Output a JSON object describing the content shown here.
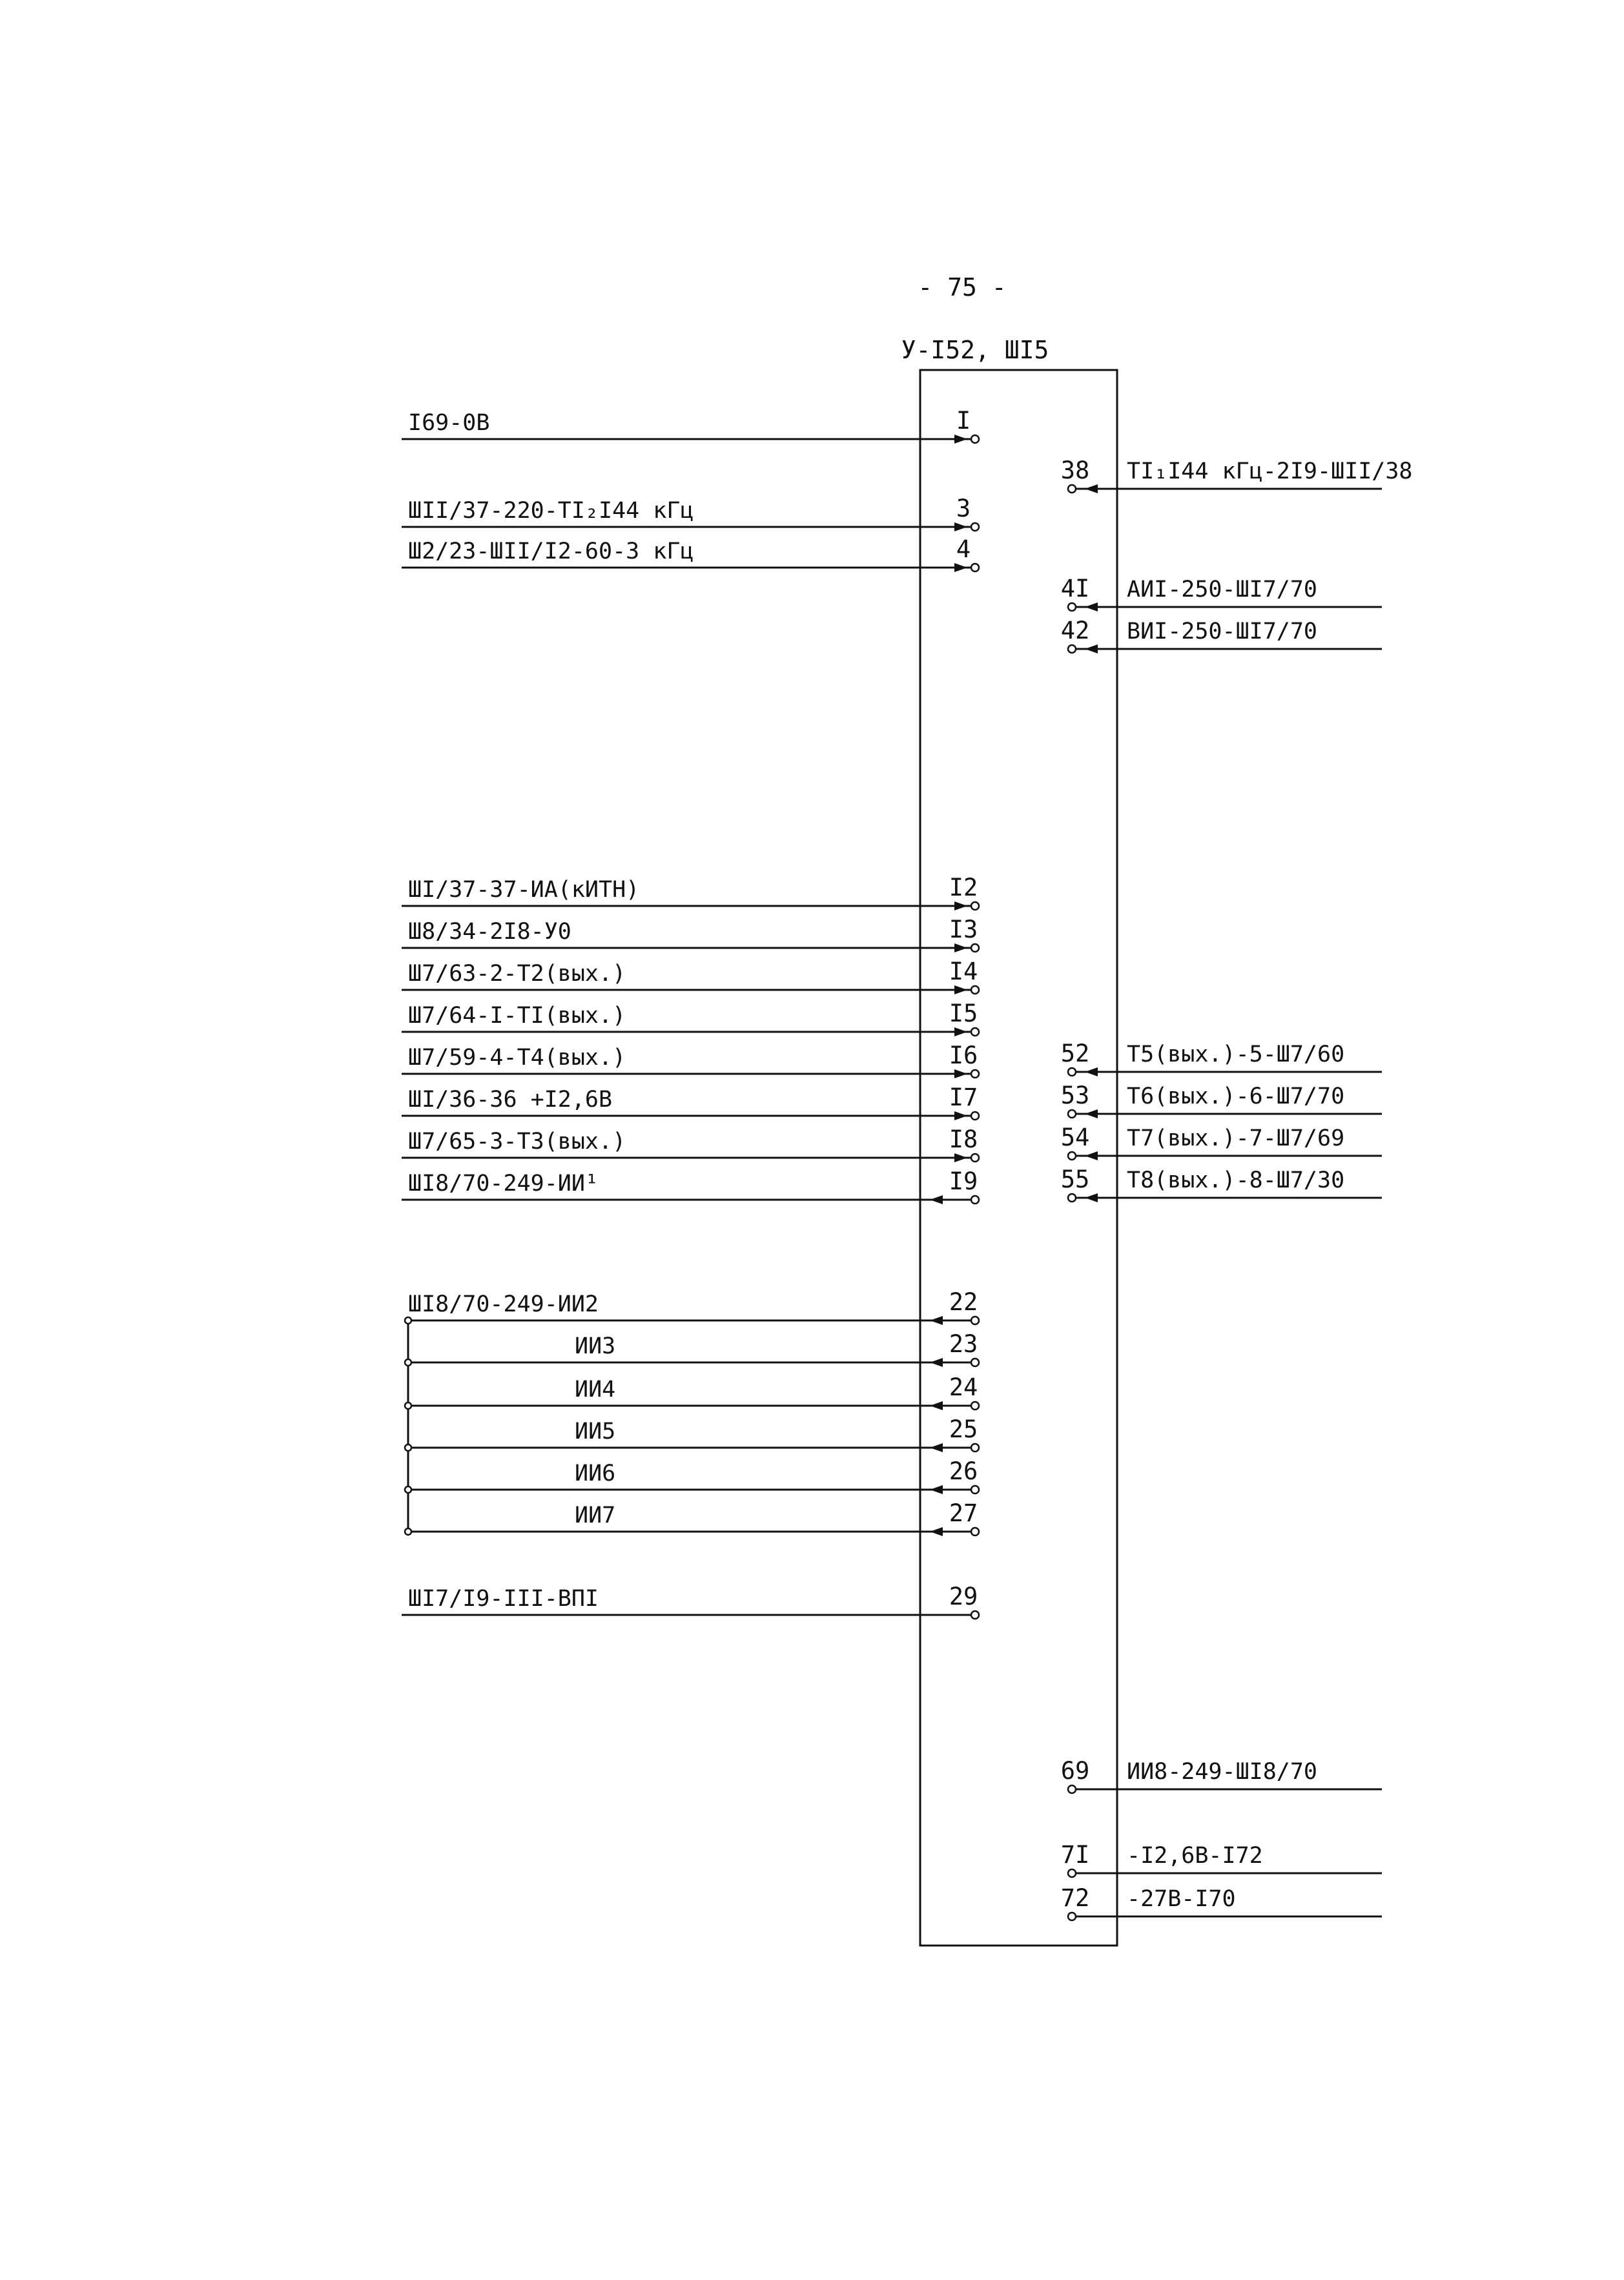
{
  "page_number": "- 75 -",
  "block_title": "У-I52, ШI5",
  "left_pins": [
    {
      "pin": "I",
      "label": "I69-0В",
      "dir": "out"
    },
    {
      "pin": "3",
      "label": "ШII/37-220-TI₂I44 кГц",
      "dir": "out"
    },
    {
      "pin": "4",
      "label": "Ш2/23-ШII/I2-60-3 кГц",
      "dir": "out"
    },
    {
      "pin": "I2",
      "label": "ШI/37-37-ИА(кИТН)",
      "dir": "out"
    },
    {
      "pin": "I3",
      "label": "Ш8/34-2I8-У0",
      "dir": "out"
    },
    {
      "pin": "I4",
      "label": "Ш7/63-2-T2(вых.)",
      "dir": "out"
    },
    {
      "pin": "I5",
      "label": "Ш7/64-I-TI(вых.)",
      "dir": "out"
    },
    {
      "pin": "I6",
      "label": "Ш7/59-4-T4(вых.)",
      "dir": "out"
    },
    {
      "pin": "I7",
      "label": "ШI/36-36 +I2,6В",
      "dir": "out"
    },
    {
      "pin": "I8",
      "label": "Ш7/65-3-T3(вых.)",
      "dir": "out"
    },
    {
      "pin": "I9",
      "label": "ШI8/70-249-ИИ¹",
      "dir": "in"
    },
    {
      "pin": "22",
      "label": "ШI8/70-249-ИИ2",
      "dir": "in"
    },
    {
      "pin": "23",
      "label": "ИИ3",
      "dir": "in"
    },
    {
      "pin": "24",
      "label": "ИИ4",
      "dir": "in"
    },
    {
      "pin": "25",
      "label": "ИИ5",
      "dir": "in"
    },
    {
      "pin": "26",
      "label": "ИИ6",
      "dir": "in"
    },
    {
      "pin": "27",
      "label": "ИИ7",
      "dir": "in"
    },
    {
      "pin": "29",
      "label": "ШI7/I9-III-ВПI",
      "dir": "none"
    }
  ],
  "right_pins": [
    {
      "pin": "38",
      "label": "TI₁I44 кГц-2I9-ШII/38",
      "dir": "in"
    },
    {
      "pin": "4I",
      "label": "АИI-250-ШI7/70",
      "dir": "in"
    },
    {
      "pin": "42",
      "label": "ВИI-250-ШI7/70",
      "dir": "in"
    },
    {
      "pin": "52",
      "label": "T5(вых.)-5-Ш7/60",
      "dir": "in"
    },
    {
      "pin": "53",
      "label": "T6(вых.)-6-Ш7/70",
      "dir": "in"
    },
    {
      "pin": "54",
      "label": "T7(вых.)-7-Ш7/69",
      "dir": "in"
    },
    {
      "pin": "55",
      "label": "T8(вых.)-8-Ш7/30",
      "dir": "in"
    },
    {
      "pin": "69",
      "label": "ИИ8-249-ШI8/70",
      "dir": "none"
    },
    {
      "pin": "7I",
      "label": "-I2,6В-I72",
      "dir": "none"
    },
    {
      "pin": "72",
      "label": "-27В-I70",
      "dir": "none"
    }
  ]
}
